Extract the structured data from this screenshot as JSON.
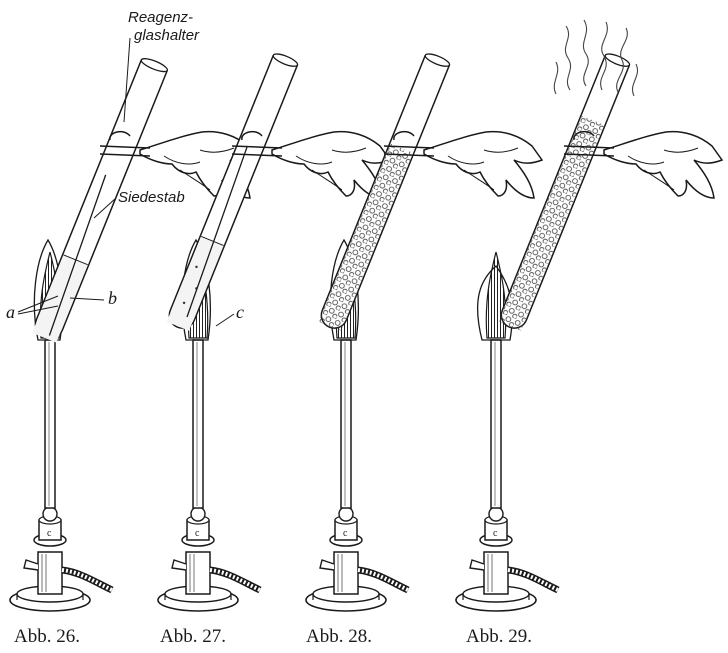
{
  "labels": {
    "reagenz_line1": "Reagenz-",
    "reagenz_line2": "glashalter",
    "siedestab": "Siedestab",
    "a": "a",
    "b": "b",
    "c": "c"
  },
  "captions": [
    "Abb. 26.",
    "Abb. 27.",
    "Abb. 28.",
    "Abb. 29."
  ]
}
